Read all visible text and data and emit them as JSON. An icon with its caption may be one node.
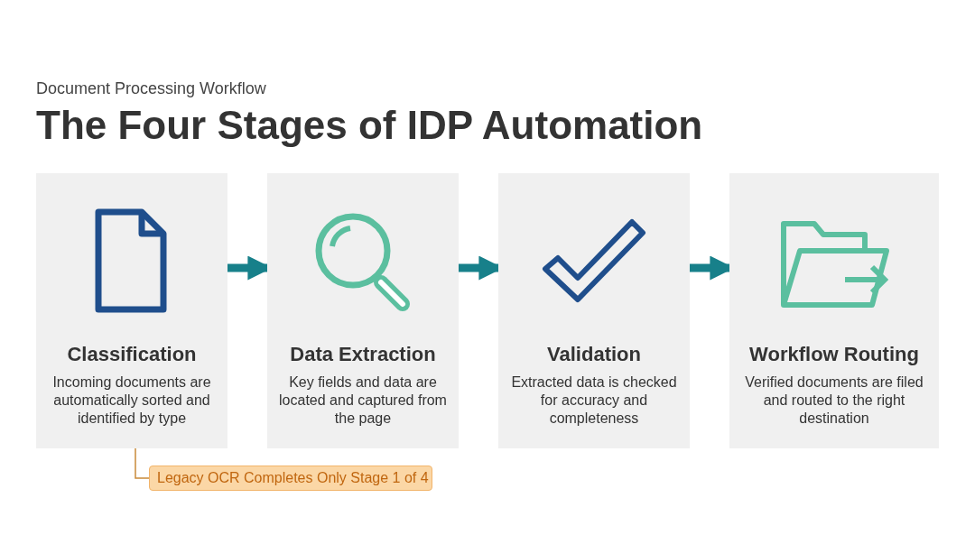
{
  "diagram": {
    "title": "The Four Stages of IDP Automation",
    "nodes": [
      {
        "text": [
          "Classification",
          "Incoming documents are automatically sorted and identified by type"
        ]
      },
      {
        "text": [
          "Data Extraction",
          "Key fields and data are located and captured from the page"
        ]
      },
      {
        "text": [
          "Validation",
          "Extracted data is checked for accuracy and completeness"
        ]
      },
      {
        "text": [
          "Workflow Routing",
          "Verified documents are filed and routed to the right destination"
        ]
      },
      {
        "text": [
          "Legacy OCR Completes Only Stage 1 of 4"
        ]
      }
    ],
    "edges": [
      {
        "from": 0,
        "to": 1,
        "arrow": "to"
      },
      {
        "from": 1,
        "to": 2,
        "arrow": "to"
      },
      {
        "from": 2,
        "to": 3,
        "arrow": "to"
      },
      {
        "from": 0,
        "to": 4,
        "arrow": "none",
        "color": "#c98a3a"
      }
    ],
    "labels": [
      "Document Processing Workflow"
    ]
  }
}
